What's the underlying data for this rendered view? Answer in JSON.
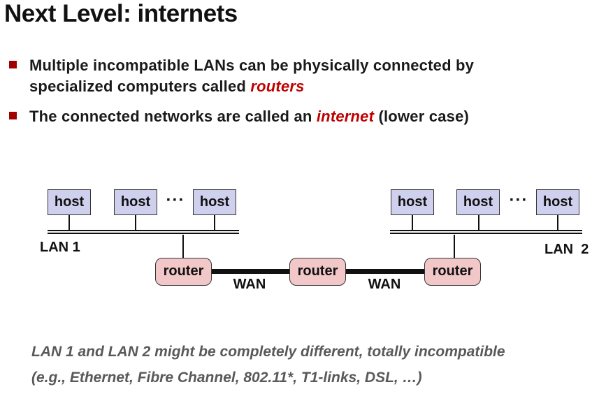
{
  "slide": {
    "title": "Next Level: internets",
    "bullets": {
      "b1_line1": "Multiple incompatible LANs can be physically connected by",
      "b1_line2_prefix": "specialized computers called ",
      "b1_line2_emphasis": "routers",
      "b2_prefix": "The connected networks are called an ",
      "b2_emphasis": "internet",
      "b2_suffix": " (lower case)"
    },
    "note_line1": "LAN 1 and LAN 2 might be completely different, totally incompatible",
    "note_line2": "(e.g., Ethernet, Fibre Channel, 802.11*, T1-links, DSL, …)"
  },
  "diagram": {
    "lan1": {
      "label": "LAN 1",
      "hosts": [
        "host",
        "host",
        "host"
      ],
      "ellipsis": "···"
    },
    "lan2": {
      "label": "LAN  2",
      "hosts": [
        "host",
        "host",
        "host"
      ],
      "ellipsis": "···"
    },
    "routers": [
      "router",
      "router",
      "router"
    ],
    "wan_labels": [
      "WAN",
      "WAN"
    ]
  },
  "colors": {
    "host_fill": "#cfcfee",
    "host_border": "#333333",
    "router_fill": "#f2c7c7",
    "router_border": "#333333",
    "bullet_marker": "#a00000",
    "emphasis_red": "#c00000",
    "note_gray": "#595959",
    "line_black": "#111111"
  }
}
